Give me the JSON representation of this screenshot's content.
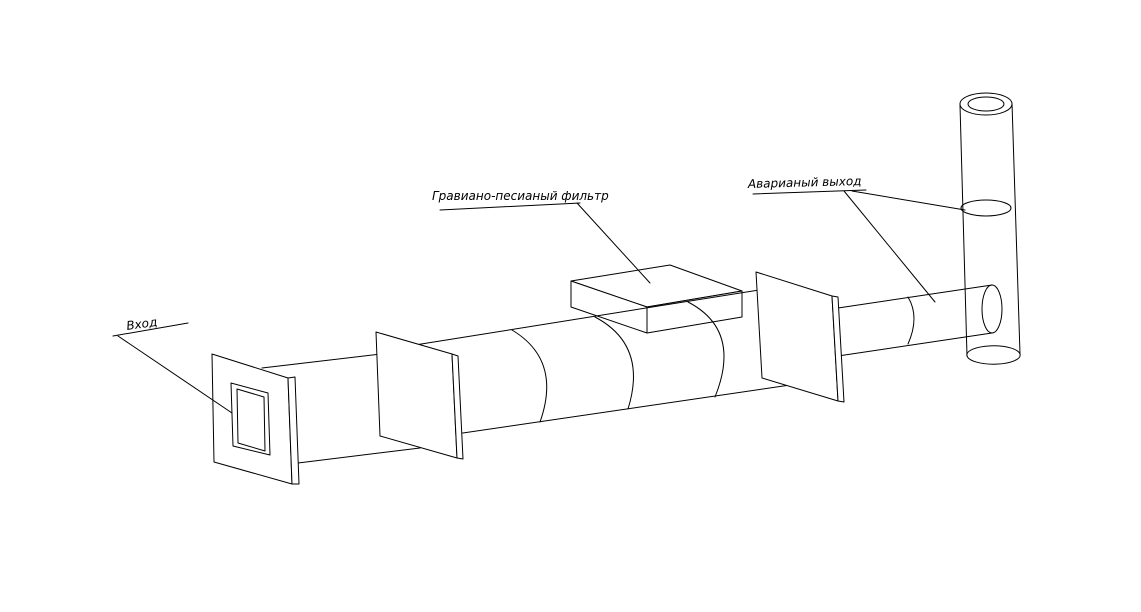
{
  "labels": {
    "inlet": "Вход",
    "filter": "Гравиано-песианый фильтр",
    "emergency_outlet": "Аварианый выход"
  }
}
